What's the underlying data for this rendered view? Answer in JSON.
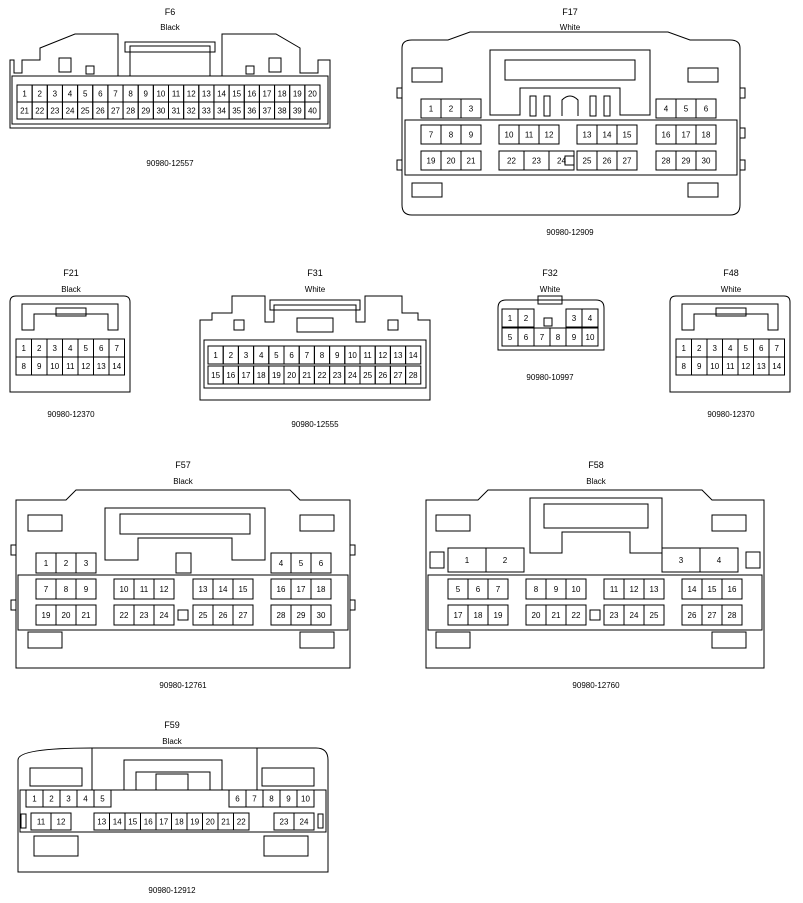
{
  "connectors": [
    {
      "id": "F6",
      "color": "Black",
      "part": "90980-12557",
      "rows": [
        [
          1,
          2,
          3,
          4,
          5,
          6,
          7,
          8,
          9,
          10,
          11,
          12,
          13,
          14,
          15,
          16,
          17,
          18,
          19,
          20
        ],
        [
          21,
          22,
          23,
          24,
          25,
          26,
          27,
          28,
          29,
          30,
          31,
          32,
          33,
          34,
          35,
          36,
          37,
          38,
          39,
          40
        ]
      ]
    },
    {
      "id": "F17",
      "color": "White",
      "part": "90980-12909",
      "rows": [
        [
          1,
          2,
          3,
          4,
          5,
          6
        ],
        [
          7,
          8,
          9,
          10,
          11,
          12,
          13,
          14,
          15,
          16,
          17,
          18
        ],
        [
          19,
          20,
          21,
          22,
          23,
          24,
          25,
          26,
          27,
          28,
          29,
          30
        ]
      ]
    },
    {
      "id": "F21",
      "color": "Black",
      "part": "90980-12370",
      "rows": [
        [
          1,
          2,
          3,
          4,
          5,
          6,
          7
        ],
        [
          8,
          9,
          10,
          11,
          12,
          13,
          14
        ]
      ]
    },
    {
      "id": "F31",
      "color": "White",
      "part": "90980-12555",
      "rows": [
        [
          1,
          2,
          3,
          4,
          5,
          6,
          7,
          8,
          9,
          10,
          11,
          12,
          13,
          14
        ],
        [
          15,
          16,
          17,
          18,
          19,
          20,
          21,
          22,
          23,
          24,
          25,
          26,
          27,
          28
        ]
      ]
    },
    {
      "id": "F32",
      "color": "White",
      "part": "90980-10997",
      "rows": [
        [
          1,
          2,
          3,
          4
        ],
        [
          5,
          6,
          7,
          8,
          9,
          10
        ]
      ]
    },
    {
      "id": "F48",
      "color": "White",
      "part": "90980-12370",
      "rows": [
        [
          1,
          2,
          3,
          4,
          5,
          6,
          7
        ],
        [
          8,
          9,
          10,
          11,
          12,
          13,
          14
        ]
      ]
    },
    {
      "id": "F57",
      "color": "Black",
      "part": "90980-12761",
      "rows": [
        [
          1,
          2,
          3,
          4,
          5,
          6
        ],
        [
          7,
          8,
          9,
          10,
          11,
          12,
          13,
          14,
          15,
          16,
          17,
          18
        ],
        [
          19,
          20,
          21,
          22,
          23,
          24,
          25,
          26,
          27,
          28,
          29,
          30
        ]
      ]
    },
    {
      "id": "F58",
      "color": "Black",
      "part": "90980-12760",
      "rows": [
        [
          1,
          2,
          3,
          4
        ],
        [
          5,
          6,
          7,
          8,
          9,
          10,
          11,
          12,
          13,
          14,
          15,
          16
        ],
        [
          17,
          18,
          19,
          20,
          21,
          22,
          23,
          24,
          25,
          26,
          27,
          28
        ]
      ]
    },
    {
      "id": "F59",
      "color": "Black",
      "part": "90980-12912",
      "rows": [
        [
          1,
          2,
          3,
          4,
          5,
          6,
          7,
          8,
          9,
          10
        ],
        [
          11,
          12,
          13,
          14,
          15,
          16,
          17,
          18,
          19,
          20,
          21,
          22,
          23,
          24
        ]
      ]
    }
  ]
}
